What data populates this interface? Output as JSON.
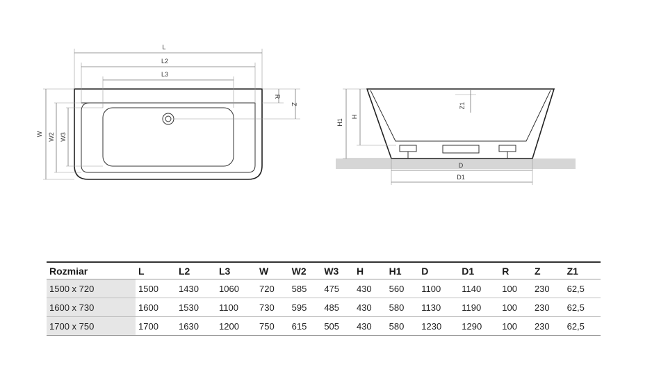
{
  "top_view_labels": {
    "L": "L",
    "L2": "L2",
    "L3": "L3",
    "W": "W",
    "W2": "W2",
    "W3": "W3",
    "R": "R",
    "Z": "Z"
  },
  "side_view_labels": {
    "H": "H",
    "H1": "H1",
    "Z1": "Z1",
    "D": "D",
    "D1": "D1"
  },
  "table": {
    "headers": [
      "Rozmiar",
      "L",
      "L2",
      "L3",
      "W",
      "W2",
      "W3",
      "H",
      "H1",
      "D",
      "D1",
      "R",
      "Z",
      "Z1"
    ],
    "rows": [
      [
        "1500 x 720",
        "1500",
        "1430",
        "1060",
        "720",
        "585",
        "475",
        "430",
        "560",
        "1100",
        "1140",
        "100",
        "230",
        "62,5"
      ],
      [
        "1600 x 730",
        "1600",
        "1530",
        "1100",
        "730",
        "595",
        "485",
        "430",
        "580",
        "1130",
        "1190",
        "100",
        "230",
        "62,5"
      ],
      [
        "1700 x 750",
        "1700",
        "1630",
        "1200",
        "750",
        "615",
        "505",
        "430",
        "580",
        "1230",
        "1290",
        "100",
        "230",
        "62,5"
      ]
    ]
  },
  "colors": {
    "floor": "#d6d6d6",
    "size_cell": "#e6e6e6",
    "outline": "#222222"
  }
}
